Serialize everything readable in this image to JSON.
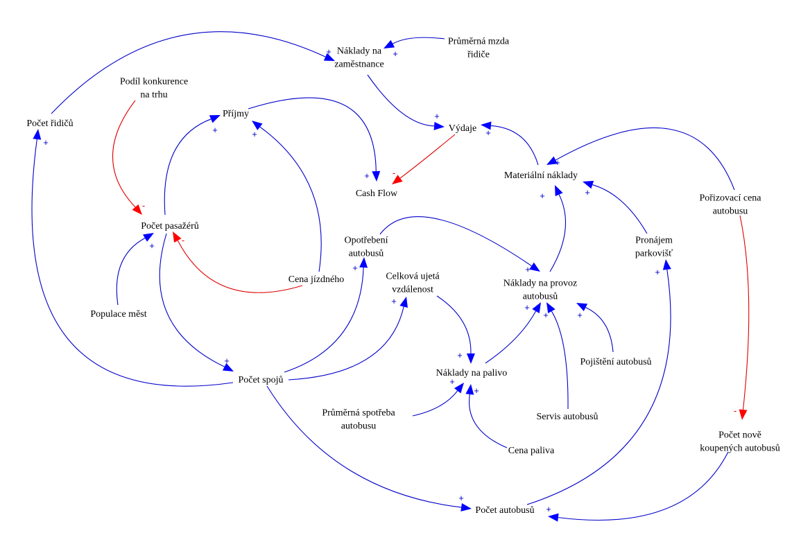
{
  "title": "Causal loop diagram – bus transport company",
  "colors": {
    "positive": "#0000c8",
    "negative": "#e00000",
    "positive_arrow": "#0000ff",
    "negative_arrow": "#ff0000",
    "text": "#000000"
  },
  "nodes": [
    {
      "id": "pocet_ridicu",
      "lines": [
        "Počet řidičů"
      ]
    },
    {
      "id": "naklady_zam",
      "lines": [
        "Náklady na",
        "zaměstnance"
      ]
    },
    {
      "id": "prumerna_mzda",
      "lines": [
        "Průměrná mzda",
        "řidiče"
      ]
    },
    {
      "id": "podil_konkurence",
      "lines": [
        "Podíl konkurence",
        "na trhu"
      ]
    },
    {
      "id": "prijmy",
      "lines": [
        "Příjmy"
      ]
    },
    {
      "id": "vydaje",
      "lines": [
        "Výdaje"
      ]
    },
    {
      "id": "cash_flow",
      "lines": [
        "Cash Flow"
      ]
    },
    {
      "id": "materialni_naklady",
      "lines": [
        "Materiální náklady"
      ]
    },
    {
      "id": "porizovaci_cena",
      "lines": [
        "Pořizovací cena",
        "autobusu"
      ]
    },
    {
      "id": "pocet_pasazeru",
      "lines": [
        "Počet pasažérů"
      ]
    },
    {
      "id": "opotrebeni",
      "lines": [
        "Opotřebení",
        "autobusů"
      ]
    },
    {
      "id": "pronajem",
      "lines": [
        "Pronájem",
        "parkovišť"
      ]
    },
    {
      "id": "celkova_vzdalenost",
      "lines": [
        "Celková ujetá",
        "vzdálenost"
      ]
    },
    {
      "id": "naklady_provoz",
      "lines": [
        "Náklady na provoz",
        "autobusů"
      ]
    },
    {
      "id": "cena_jizdneho",
      "lines": [
        "Cena jízdného"
      ]
    },
    {
      "id": "populace",
      "lines": [
        "Populace měst"
      ]
    },
    {
      "id": "pojisteni",
      "lines": [
        "Pojištění autobusů"
      ]
    },
    {
      "id": "naklady_palivo",
      "lines": [
        "Náklady na palivo"
      ]
    },
    {
      "id": "pocet_spoju",
      "lines": [
        "Počet spojů"
      ]
    },
    {
      "id": "prumerna_spotreba",
      "lines": [
        "Průměrná spotřeba",
        "autobusu"
      ]
    },
    {
      "id": "servis",
      "lines": [
        "Servis autobusů"
      ]
    },
    {
      "id": "cena_paliva",
      "lines": [
        "Cena paliva"
      ]
    },
    {
      "id": "pocet_novych",
      "lines": [
        "Počet nově",
        "koupených autobusů"
      ]
    },
    {
      "id": "pocet_autobusu",
      "lines": [
        "Počet autobusů"
      ]
    }
  ],
  "edges": [
    {
      "from": "pocet_ridicu",
      "to": "naklady_zam",
      "polarity": "+"
    },
    {
      "from": "prumerna_mzda",
      "to": "naklady_zam",
      "polarity": "+"
    },
    {
      "from": "naklady_zam",
      "to": "vydaje",
      "polarity": "+"
    },
    {
      "from": "materialni_naklady",
      "to": "vydaje",
      "polarity": "+"
    },
    {
      "from": "vydaje",
      "to": "cash_flow",
      "polarity": "-"
    },
    {
      "from": "prijmy",
      "to": "cash_flow",
      "polarity": "+"
    },
    {
      "from": "pocet_pasazeru",
      "to": "prijmy",
      "polarity": "+"
    },
    {
      "from": "cena_jizdneho",
      "to": "prijmy",
      "polarity": "+"
    },
    {
      "from": "podil_konkurence",
      "to": "pocet_pasazeru",
      "polarity": "-"
    },
    {
      "from": "cena_jizdneho",
      "to": "pocet_pasazeru",
      "polarity": "-"
    },
    {
      "from": "populace",
      "to": "pocet_pasazeru",
      "polarity": "+"
    },
    {
      "from": "pocet_pasazeru",
      "to": "pocet_spoju",
      "polarity": "+"
    },
    {
      "from": "pocet_spoju",
      "to": "pocet_ridicu",
      "polarity": "+"
    },
    {
      "from": "pocet_spoju",
      "to": "opotrebeni",
      "polarity": "+"
    },
    {
      "from": "pocet_spoju",
      "to": "celkova_vzdalenost",
      "polarity": "+"
    },
    {
      "from": "pocet_spoju",
      "to": "pocet_autobusu",
      "polarity": "+"
    },
    {
      "from": "opotrebeni",
      "to": "naklady_provoz",
      "polarity": "+"
    },
    {
      "from": "celkova_vzdalenost",
      "to": "naklady_palivo",
      "polarity": "+"
    },
    {
      "from": "prumerna_spotreba",
      "to": "naklady_palivo",
      "polarity": "+"
    },
    {
      "from": "cena_paliva",
      "to": "naklady_palivo",
      "polarity": "+"
    },
    {
      "from": "naklady_palivo",
      "to": "naklady_provoz",
      "polarity": "+"
    },
    {
      "from": "servis",
      "to": "naklady_provoz",
      "polarity": "+"
    },
    {
      "from": "pojisteni",
      "to": "naklady_provoz",
      "polarity": "+"
    },
    {
      "from": "naklady_provoz",
      "to": "materialni_naklady",
      "polarity": "+"
    },
    {
      "from": "pronajem",
      "to": "materialni_naklady",
      "polarity": "+"
    },
    {
      "from": "porizovaci_cena",
      "to": "materialni_naklady",
      "polarity": "+"
    },
    {
      "from": "porizovaci_cena",
      "to": "pocet_novych",
      "polarity": "-"
    },
    {
      "from": "pocet_novych",
      "to": "pocet_autobusu",
      "polarity": "+"
    },
    {
      "from": "pocet_autobusu",
      "to": "pronajem",
      "polarity": "+"
    }
  ]
}
